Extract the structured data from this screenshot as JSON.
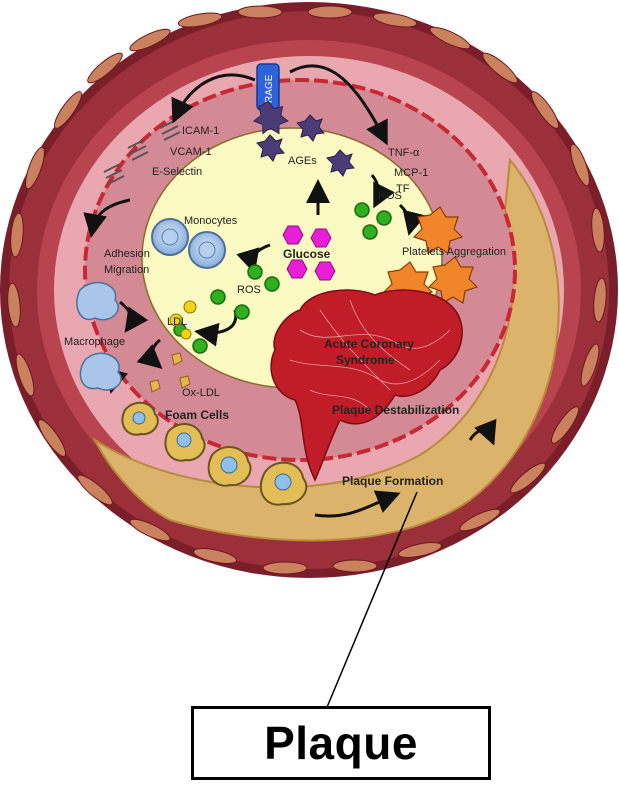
{
  "diagram": {
    "receptor_label": "RAGE",
    "adhesion_molecules": [
      "ICAM-1",
      "VCAM-1",
      "E-Selectin"
    ],
    "cytokines": [
      "TNF-α",
      "MCP-1",
      "TF"
    ],
    "ages_label": "AGEs",
    "ros_label": "ROS",
    "glucose_label": "Glucose",
    "monocytes_label": "Monocytes",
    "adhesion_label": "Adhesion",
    "migration_label": "Migration",
    "macrophage_label": "Macrophage",
    "ldl_label": "LDL",
    "oxldl_label": "Ox-LDL",
    "foam_cells_label": "Foam Cells",
    "platelets_label": "Platelets Aggregation",
    "acs_label_line1": "Acute Coronary",
    "acs_label_line2": "Syndrome",
    "destabilization_label": "Plaque Destabilization",
    "formation_label": "Plaque Formation"
  },
  "callout": {
    "label": "Plaque"
  },
  "colors": {
    "vessel_outer": "#8e2a35",
    "media": "#c2525b",
    "intima": "#eaa5ad",
    "lumen": "#faf8c4",
    "plaque": "#dbb36a",
    "clot": "#c01d28",
    "receptor": "#2f62d8",
    "ages": "#4b3c78",
    "ros": "#2fb11f",
    "glucose": "#e81fd7",
    "platelet": "#f0852a",
    "monocyte": "#8fb6e6"
  }
}
